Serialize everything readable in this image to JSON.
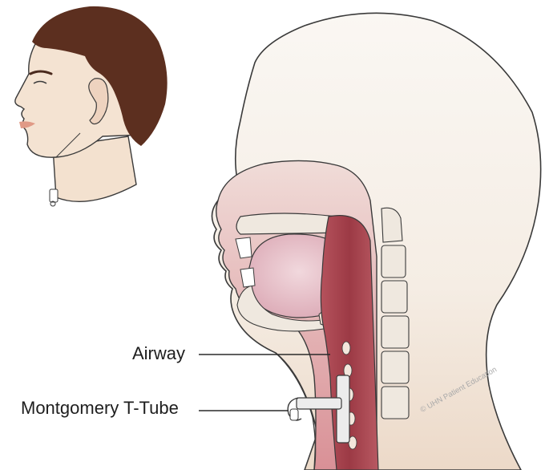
{
  "labels": {
    "airway": "Airway",
    "tube": "Montgomery T-Tube"
  },
  "copyright": "© UHN Patient Education",
  "colors": {
    "skin": "#f2e4d3",
    "skin_shadow": "#d8b9a2",
    "hair": "#5c2f1f",
    "head_fill": "#f7f2ec",
    "tissue": "#d98d8d",
    "airway": "#a9424f",
    "tongue": "#e9c7cf",
    "bone": "#efe8df",
    "tube": "#e8e8e8",
    "outline": "#3a3a3a"
  }
}
